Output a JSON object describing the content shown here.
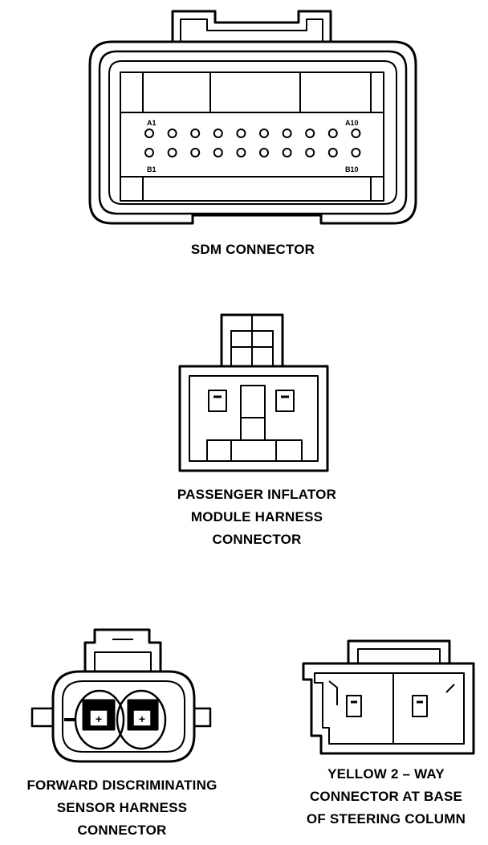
{
  "sdm": {
    "caption": "SDM CONNECTOR",
    "pin_labels": {
      "a_first": "A1",
      "a_last": "A10",
      "b_first": "B1",
      "b_last": "B10"
    },
    "rows": 2,
    "pins_per_row": 10
  },
  "passenger": {
    "caption_lines": [
      "PASSENGER INFLATOR",
      "MODULE HARNESS",
      "CONNECTOR"
    ]
  },
  "forward": {
    "caption_lines": [
      "FORWARD DISCRIMINATING",
      "SENSOR HARNESS",
      "CONNECTOR"
    ],
    "terminal_marks": [
      "+",
      "+"
    ]
  },
  "yellow": {
    "caption_lines": [
      "YELLOW 2 – WAY",
      "CONNECTOR AT BASE",
      "OF STEERING COLUMN"
    ]
  }
}
